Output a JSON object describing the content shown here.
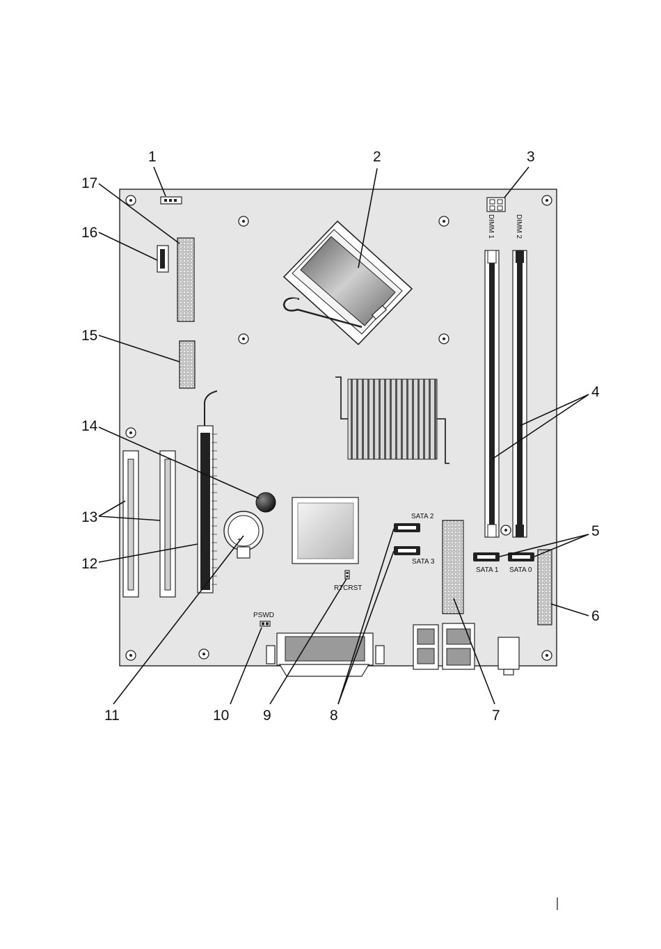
{
  "callouts": [
    "1",
    "2",
    "3",
    "4",
    "5",
    "6",
    "7",
    "8",
    "9",
    "10",
    "11",
    "12",
    "13",
    "14",
    "15",
    "16",
    "17"
  ],
  "board_labels": {
    "dimm1": "DIMM 1",
    "dimm2": "DIMM 2",
    "sata0": "SATA 0",
    "sata1": "SATA 1",
    "sata2": "SATA 2",
    "sata3": "SATA 3",
    "rtcrst": "RTCRST",
    "pswd": "PSWD"
  }
}
